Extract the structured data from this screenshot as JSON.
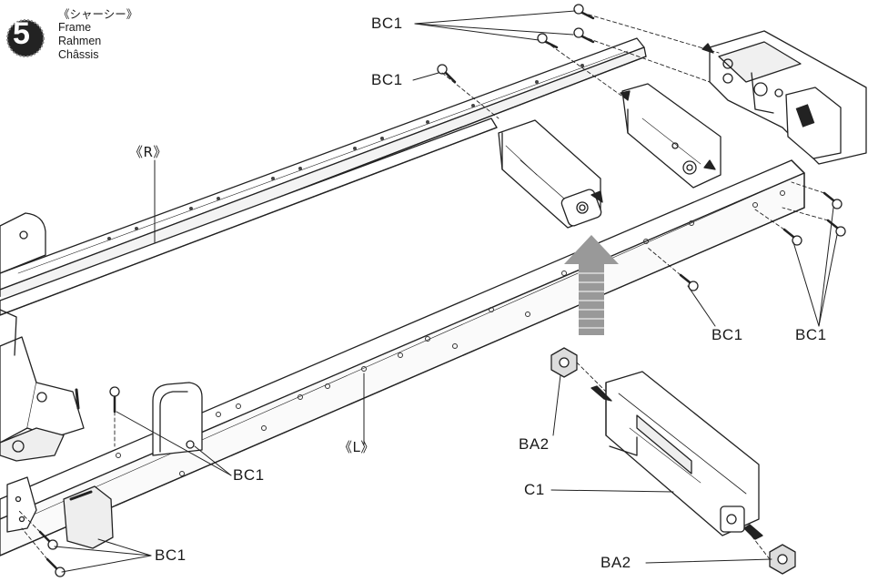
{
  "step": {
    "number": "5",
    "title_jp": "《シャーシー》",
    "title_en": "Frame",
    "title_de": "Rahmen",
    "title_fr": "Châssis"
  },
  "rail_labels": {
    "right": "《R》",
    "left": "《L》"
  },
  "part_labels": [
    {
      "id": "bc1-top-a",
      "text": "BC1"
    },
    {
      "id": "bc1-top-b",
      "text": "BC1"
    },
    {
      "id": "bc1-mid-a",
      "text": "BC1"
    },
    {
      "id": "bc1-mid-b",
      "text": "BC1"
    },
    {
      "id": "bc1-left",
      "text": "BC1"
    },
    {
      "id": "bc1-bottom",
      "text": "BC1"
    },
    {
      "id": "ba2-upper",
      "text": "BA2"
    },
    {
      "id": "c1",
      "text": "C1"
    },
    {
      "id": "ba2-lower",
      "text": "BA2"
    }
  ]
}
